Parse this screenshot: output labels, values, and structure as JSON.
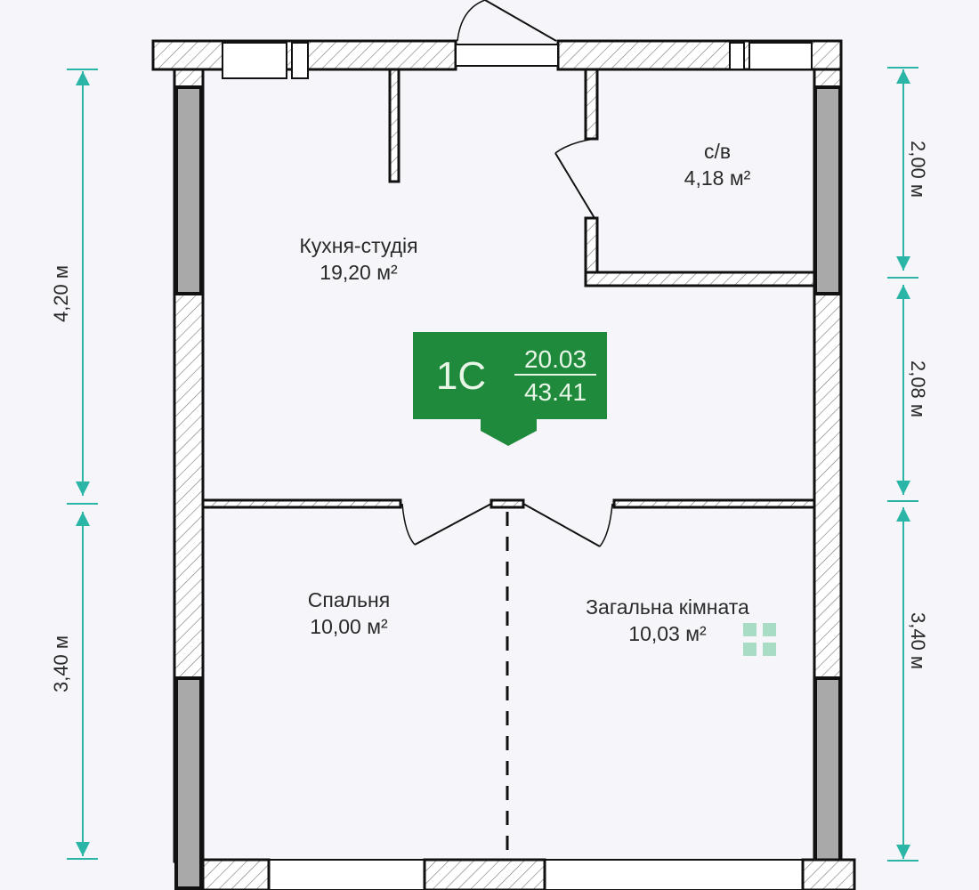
{
  "apartment": {
    "code": "1C",
    "living_area": "20.03",
    "total_area": "43.41",
    "badge_color": "#1f8a3b"
  },
  "rooms": [
    {
      "name": "Кухня-студія",
      "area": "19,20 м²"
    },
    {
      "name": "с/в",
      "area": "4,18 м²"
    },
    {
      "name": "Спальня",
      "area": "10,00 м²"
    },
    {
      "name": "Загальна кімната",
      "area": "10,03 м²"
    }
  ],
  "dimensions": {
    "left": [
      "4,20 м",
      "3,40 м"
    ],
    "right": [
      "2,00 м",
      "2,08 м",
      "3,40 м"
    ],
    "line_color": "#2bb5a6"
  }
}
